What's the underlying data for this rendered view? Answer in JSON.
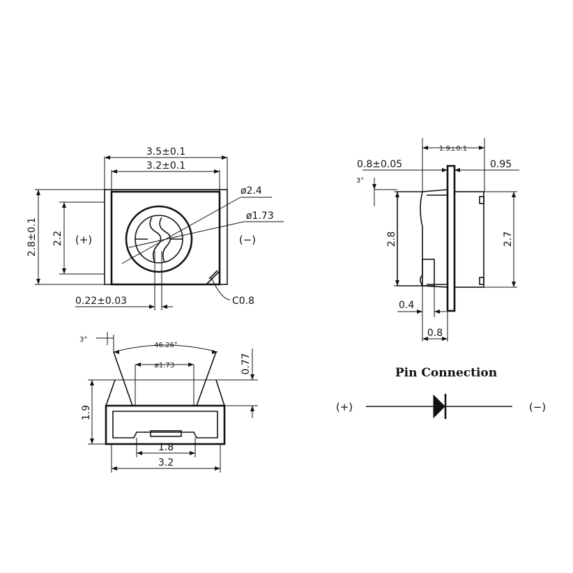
{
  "top_view": {
    "width_outer": "3.5±0.1",
    "width_inner": "3.2±0.1",
    "height_outer": "2.8±0.1",
    "height_inner": "2.2",
    "lens_outer": "ø2.4",
    "lens_inner": "ø1.73",
    "plus": "(+)",
    "minus": "(−)",
    "gap": "0.22±0.03",
    "chamfer": "C0.8"
  },
  "side_view": {
    "top_width": "1.9±0.1",
    "left_offset": "0.8±0.05",
    "right_offset": "0.95",
    "angle": "3°",
    "height_left": "2.8",
    "height_right": "2.7",
    "pad": "0.4",
    "bottom": "0.8"
  },
  "front_view": {
    "angle": "3°",
    "view_angle": "46.26°",
    "lens": "ø1.73",
    "lens_height": "0.77",
    "height": "1.9",
    "pad_width": "1.8",
    "width": "3.2"
  },
  "pin": {
    "title": "Pin Connection",
    "plus": "(+)",
    "minus": "(−)"
  }
}
